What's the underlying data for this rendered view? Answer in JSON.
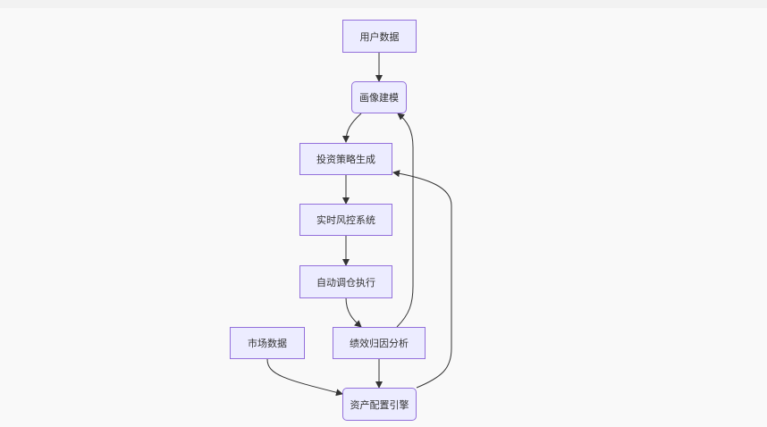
{
  "diagram": {
    "type": "flowchart",
    "colors": {
      "node_fill": "#ececff",
      "node_border": "#9370db",
      "edge": "#333333",
      "background": "#f9f9f9"
    },
    "nodes": {
      "user_data": "用户数据",
      "profiling": "画像建模",
      "strategy": "投资策略生成",
      "risk": "实时风控系统",
      "rebalance": "自动调仓执行",
      "attribution": "绩效归因分析",
      "market_data": "市场数据",
      "allocation": "资产配置引擎"
    },
    "edges": [
      [
        "user_data",
        "profiling"
      ],
      [
        "profiling",
        "strategy"
      ],
      [
        "strategy",
        "risk"
      ],
      [
        "risk",
        "rebalance"
      ],
      [
        "rebalance",
        "attribution"
      ],
      [
        "attribution",
        "profiling"
      ],
      [
        "attribution",
        "allocation"
      ],
      [
        "market_data",
        "allocation"
      ],
      [
        "allocation",
        "strategy"
      ]
    ]
  }
}
